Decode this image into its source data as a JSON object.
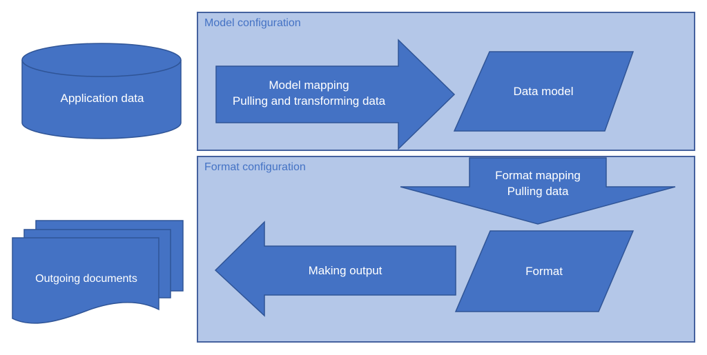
{
  "colors": {
    "shape_fill": "#4472C4",
    "shape_border": "#2F5496",
    "container_fill": "#B4C7E8",
    "container_border": "#44619E",
    "label_text": "#FFFFFF",
    "title_text": "#4472C4",
    "page_bg": "#FFFFFF"
  },
  "containers": {
    "model_configuration": {
      "title": "Model configuration"
    },
    "format_configuration": {
      "title": "Format configuration"
    }
  },
  "nodes": {
    "application_data": {
      "label": "Application data",
      "shape": "cylinder"
    },
    "data_model": {
      "label": "Data model",
      "shape": "parallelogram"
    },
    "format": {
      "label": "Format",
      "shape": "parallelogram"
    },
    "outgoing_documents": {
      "label": "Outgoing documents",
      "shape": "stacked-documents"
    }
  },
  "arrows": {
    "model_mapping": {
      "line1": "Model mapping",
      "line2": "Pulling and transforming data",
      "direction": "right"
    },
    "format_mapping": {
      "line1": "Format mapping",
      "line2": "Pulling data",
      "direction": "down"
    },
    "making_output": {
      "label": "Making output",
      "direction": "left"
    }
  }
}
